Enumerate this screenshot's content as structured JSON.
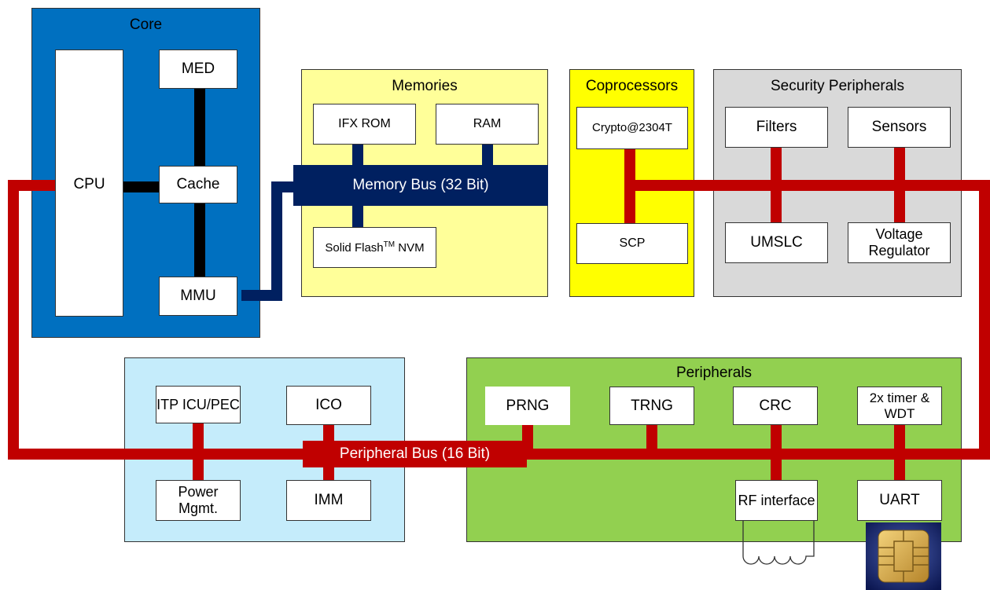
{
  "colors": {
    "core_bg": "#0070c0",
    "memories_bg": "#ffff99",
    "coprocessors_bg": "#ffff00",
    "security_bg": "#d9d9d9",
    "misc_bg": "#c5ecfb",
    "peripherals_bg": "#92d050",
    "peripheral_bus": "#c00000",
    "memory_bus": "#002060",
    "core_links": "#000000"
  },
  "core": {
    "title": "Core",
    "cpu": "CPU",
    "med": "MED",
    "cache": "Cache",
    "mmu": "MMU"
  },
  "memories": {
    "title": "Memories",
    "ifx_rom": "IFX ROM",
    "ram": "RAM",
    "bus": "Memory Bus (32 Bit)",
    "nvm_prefix": "Solid Flash",
    "nvm_tm": "TM",
    "nvm_suffix": " NVM"
  },
  "coprocessors": {
    "title": "Coprocessors",
    "crypto": "Crypto@2304T",
    "scp": "SCP"
  },
  "security": {
    "title": "Security Peripherals",
    "filters": "Filters",
    "sensors": "Sensors",
    "umslc": "UMSLC",
    "voltage_regulator": "Voltage Regulator"
  },
  "misc": {
    "itp": "ITP ICU/PEC",
    "ico": "ICO",
    "power": "Power Mgmt.",
    "imm": "IMM"
  },
  "peripherals": {
    "title": "Peripherals",
    "prng": "PRNG",
    "trng": "TRNG",
    "crc": "CRC",
    "timer": "2x timer & WDT",
    "rf": "RF interface",
    "uart": "UART"
  },
  "peripheral_bus": "Peripheral Bus (16 Bit)",
  "icons": {
    "coil": "rf-coil-icon",
    "chip": "smartcard-chip-icon"
  }
}
